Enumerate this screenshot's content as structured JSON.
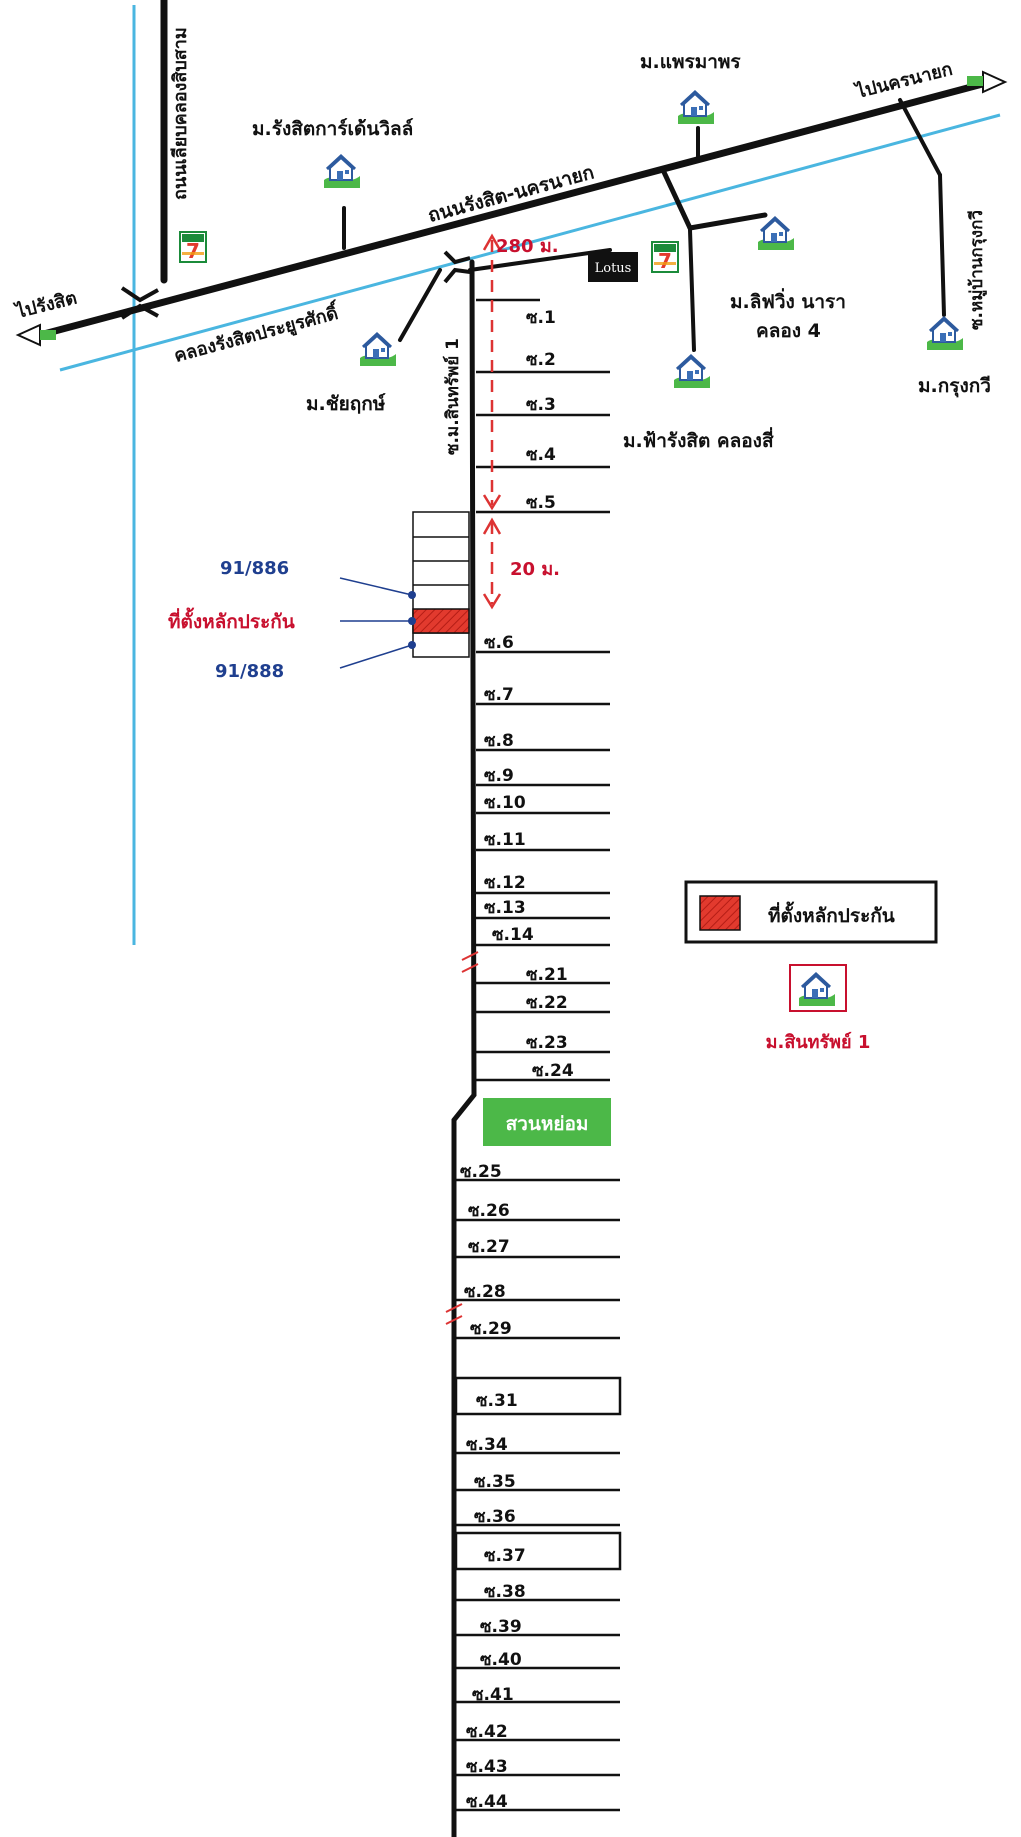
{
  "roads": {
    "main_road": "ถนนรังสิต-นครนายก",
    "side_road": "ถนนเลียบคลองสิบสาม",
    "canal": "คลองรังสิตประยูรศักดิ์",
    "to_rangsit": "ไปรังสิต",
    "to_nakhon_nayok": "ไปนครนายก",
    "soi_main": "ซ.ม.สินทรัพย์ 1",
    "soi_krung_kavi": "ซ.หมู่บ้านกรุงกวี"
  },
  "villages": {
    "rangsit_garden": "ม.รังสิตการ์เด้นวิลล์",
    "phraemaphon": "ม.แพรมาพร",
    "chaiyarit": "ม.ชัยฤกษ์",
    "living_nara": "ม.ลิฟวิ่ง นารา",
    "khlong4": "คลอง 4",
    "fah_rangsit": "ม.ฟ้ารังสิต คลองสี่",
    "krung_kavi": "ม.กรุงกวี"
  },
  "distances": {
    "d280": "280 ม.",
    "d20": "20 ม."
  },
  "plots": {
    "upper": "91/886",
    "lower": "91/888",
    "collateral": "ที่ตั้งหลักประกัน"
  },
  "park": "สวนหย่อม",
  "legend": {
    "collateral": "ที่ตั้งหลักประกัน",
    "village": "ม.สินทรัพย์ 1"
  },
  "soi_right": [
    "ซ.1",
    "ซ.2",
    "ซ.3",
    "ซ.4",
    "ซ.5",
    "ซ.6",
    "ซ.7",
    "ซ.8",
    "ซ.9",
    "ซ.10",
    "ซ.11",
    "ซ.12",
    "ซ.13",
    "ซ.14",
    "ซ.21",
    "ซ.22",
    "ซ.23",
    "ซ.24"
  ],
  "soi_lower": [
    "ซ.25",
    "ซ.26",
    "ซ.27",
    "ซ.28",
    "ซ.29",
    "ซ.31",
    "ซ.34",
    "ซ.35",
    "ซ.36",
    "ซ.37",
    "ซ.38",
    "ซ.39",
    "ซ.40",
    "ซ.41",
    "ซ.42",
    "ซ.43",
    "ซ.44"
  ],
  "colors": {
    "canal": "#4ab6e0",
    "collateral": "#e23a2e",
    "park": "#4cb848",
    "seven_eleven": "#1b8b3a",
    "house": "#3b6fb6"
  },
  "icons": {
    "house": "house-icon",
    "seven_eleven": "seven-eleven-icon",
    "lotus": "lotus-logo",
    "arrow": "arrow-icon"
  }
}
